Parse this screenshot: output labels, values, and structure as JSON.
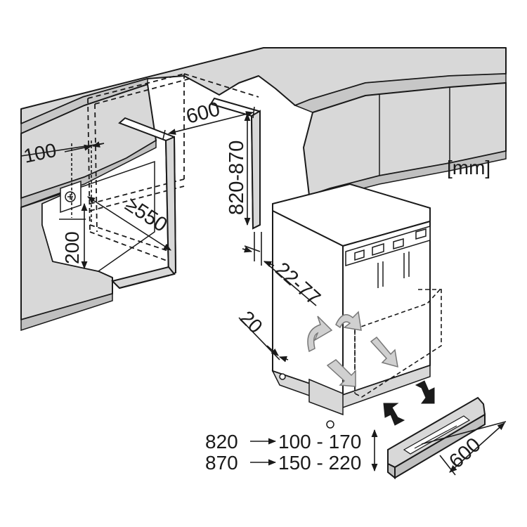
{
  "units": "[mm]",
  "dimensions": {
    "recess_width": "600",
    "recess_height": "820-870",
    "recess_depth": "≥550",
    "socket_offset_horizontal": "100",
    "socket_offset_vertical": "200",
    "door_thickness": "22-77",
    "plinth_setback": "20",
    "plinth_width": "600"
  },
  "plinth_table": {
    "rows": [
      {
        "niche": "820",
        "plinth": "100 - 170"
      },
      {
        "niche": "870",
        "plinth": "150 - 220"
      }
    ]
  },
  "colors": {
    "counter": "#d8d8d8",
    "counter_edge": "#c4c4c4",
    "outline": "#1a1a1a",
    "air_arrow": "#d0d0d0"
  }
}
